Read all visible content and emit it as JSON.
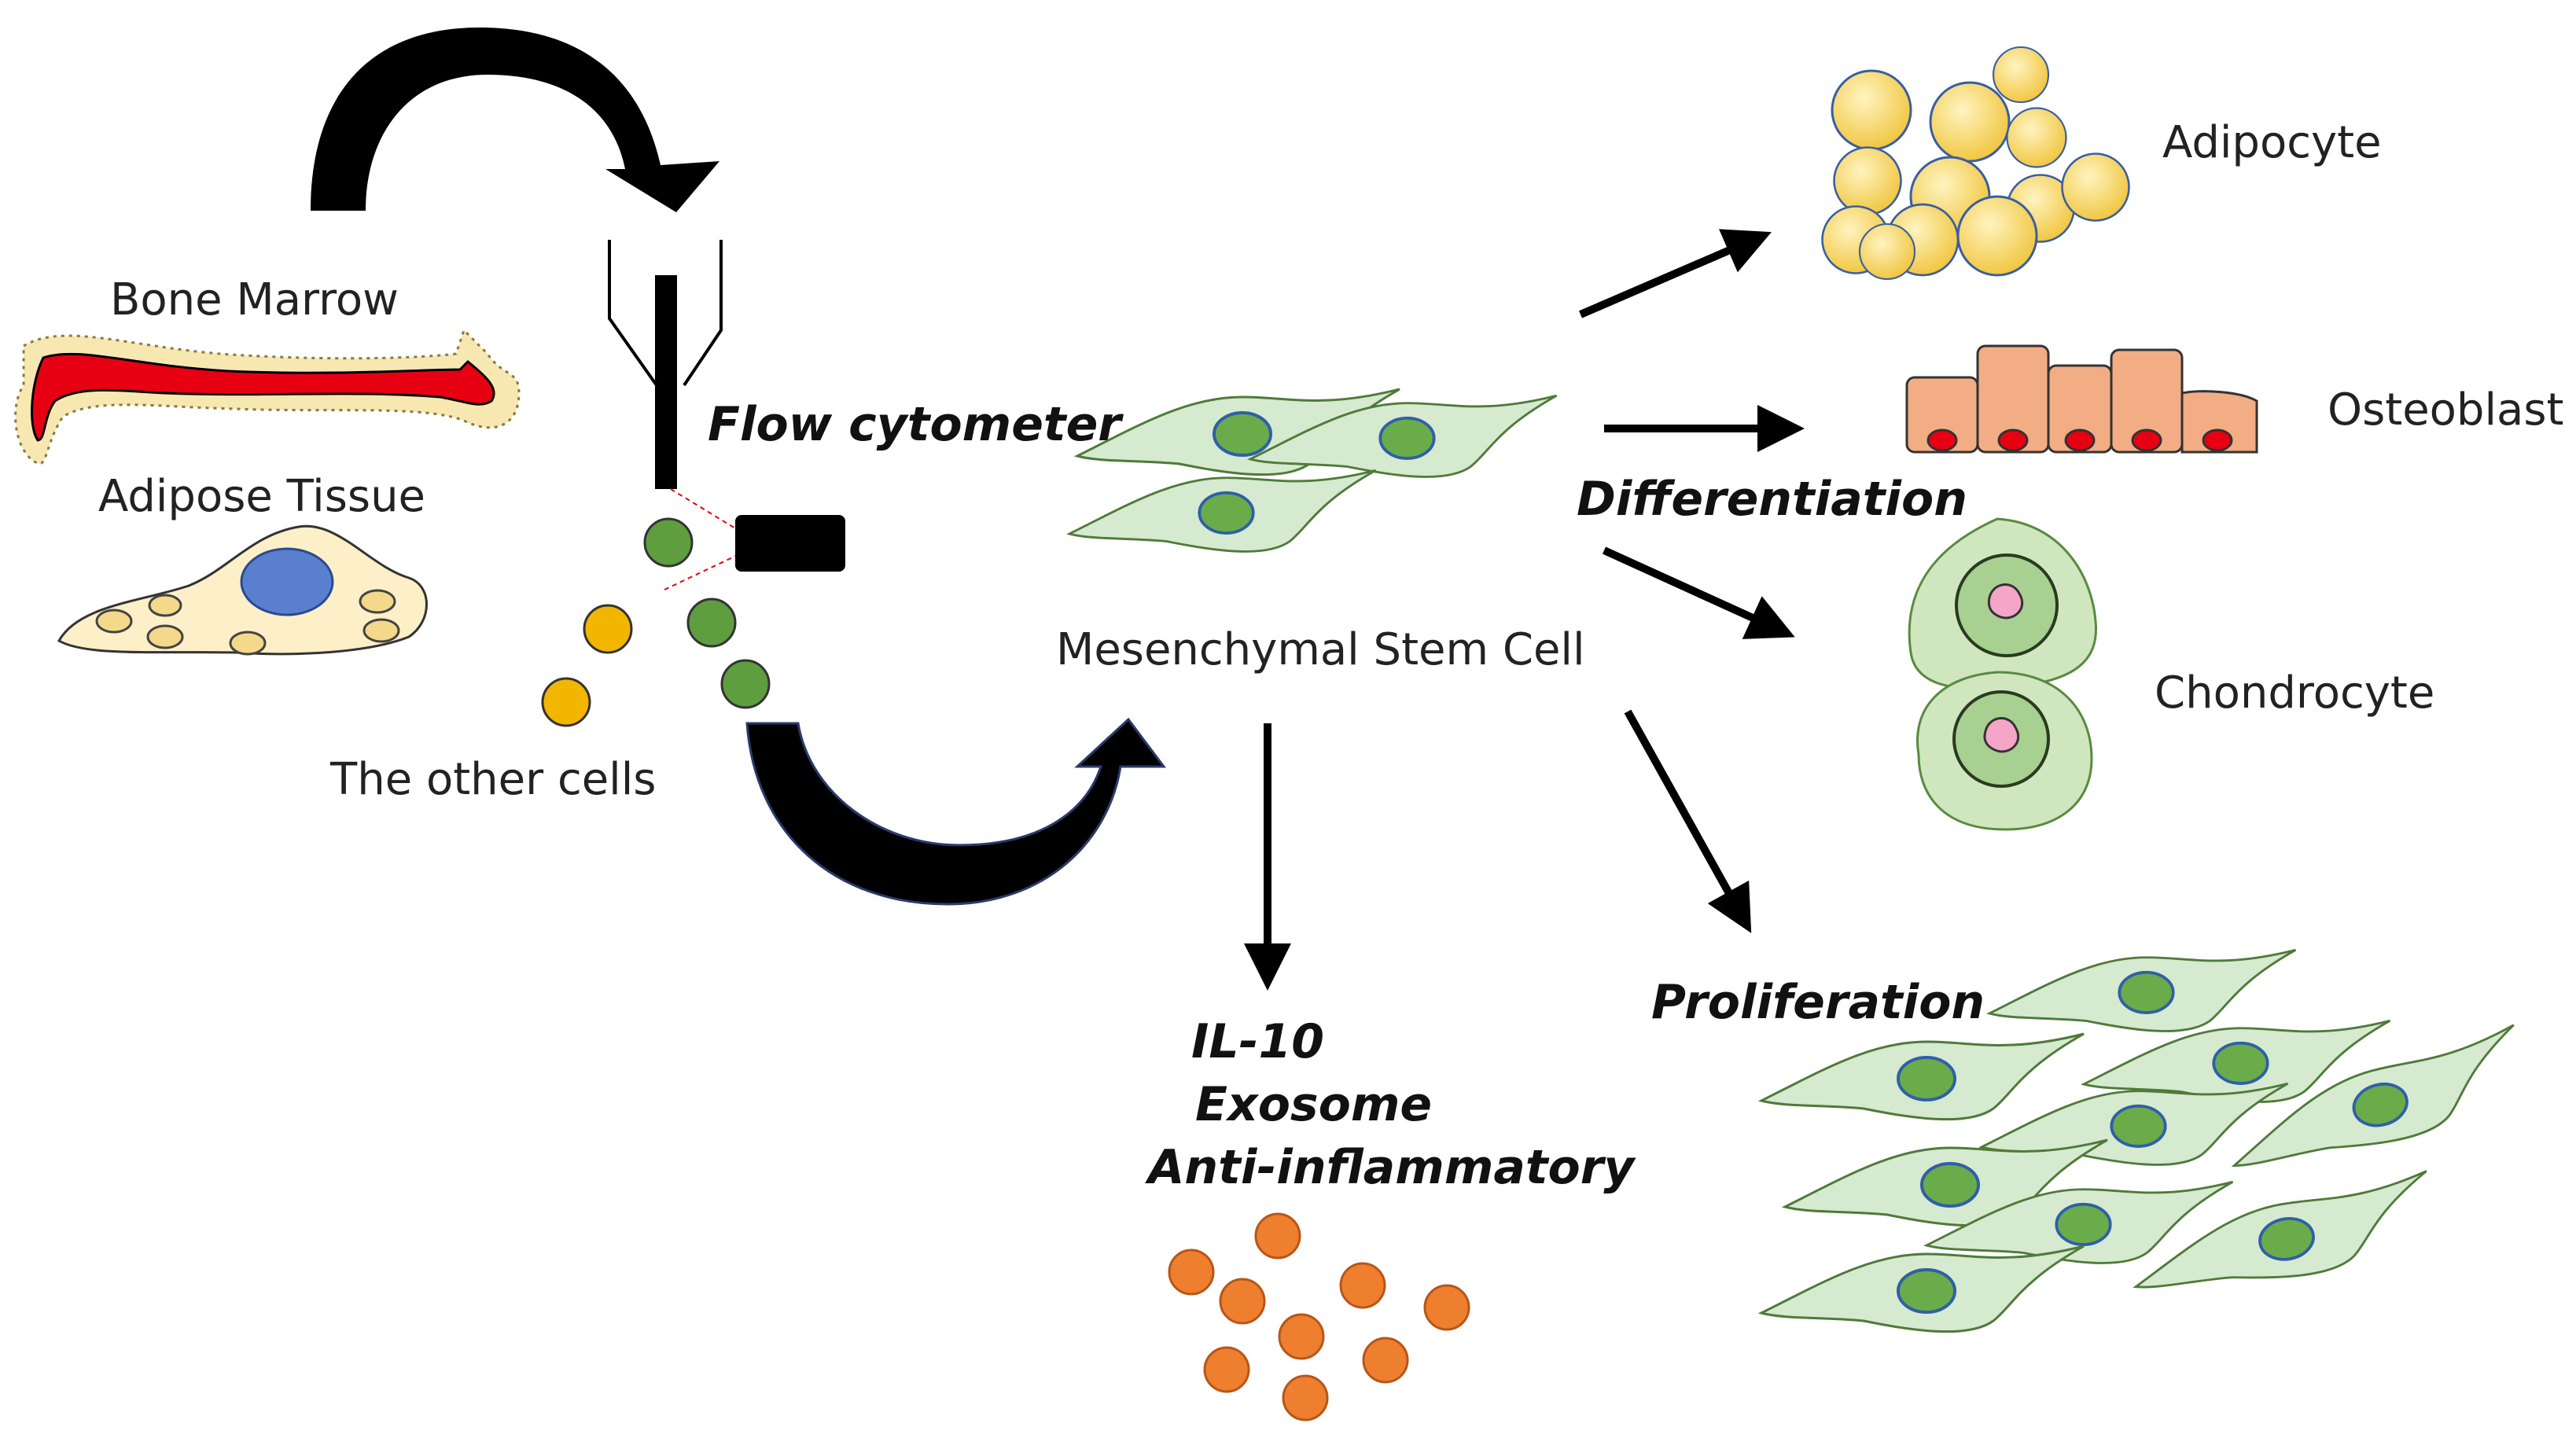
{
  "labels": {
    "bone_marrow": "Bone Marrow",
    "adipose_tissue": "Adipose Tissue",
    "other_cells": "The other cells",
    "flow_cytometer": "Flow cytometer",
    "msc": "Mesenchymal Stem Cell",
    "differentiation": "Differentiation",
    "adipocyte": "Adipocyte",
    "osteoblast": "Osteoblast",
    "chondrocyte": "Chondrocyte",
    "proliferation": "Proliferation",
    "il10": "IL-10",
    "exosome": "Exosome",
    "anti_inflammatory": "Anti-inflammatory"
  },
  "colors": {
    "bone_red": "#e60012",
    "bone_outline": "#f7e7b0",
    "adipose_fill": "#fdf0c8",
    "nucleus_blue": "#5b7fcf",
    "msc_body": "#d6ead0",
    "msc_nucleus": "#6aac4a",
    "fat_yellow": "#f5d04a",
    "osteo_body": "#f2ad85",
    "chondro_green": "#cfe6be",
    "chondro_pink": "#f4a5c8",
    "exosome_orange": "#ee7f2f",
    "cell_green": "#5f9e3f",
    "cell_yellow": "#f2b500"
  }
}
